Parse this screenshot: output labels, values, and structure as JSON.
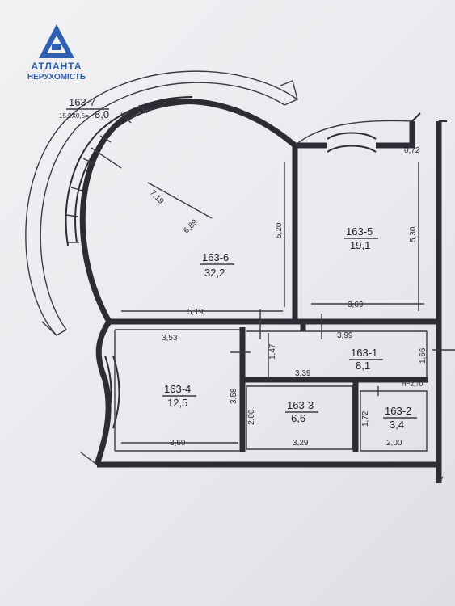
{
  "logo": {
    "name": "АТЛАНТА",
    "sub": "НЕРУХОМІСТЬ",
    "color": "#2f5fb3"
  },
  "rooms": [
    {
      "id": "163-7",
      "area": "8,0",
      "note": "15,9X0,5="
    },
    {
      "id": "163-6",
      "area": "32,2"
    },
    {
      "id": "163-5",
      "area": "19,1"
    },
    {
      "id": "163-4",
      "area": "12,5"
    },
    {
      "id": "163-3",
      "area": "6,6"
    },
    {
      "id": "163-2",
      "area": "3,4"
    },
    {
      "id": "163-1",
      "area": "8,1"
    }
  ],
  "dimensions": {
    "d_719": "7,19",
    "d_689": "6,89",
    "d_520": "5,20",
    "d_519": "5,19",
    "d_530": "5,30",
    "d_369": "3,69",
    "d_072": "0,72",
    "d_353": "3,53",
    "d_147": "1,47",
    "d_399": "3,99",
    "d_166": "1,66",
    "d_339": "3,39",
    "d_358": "3,58",
    "d_360": "3,60",
    "d_200a": "2,00",
    "d_329": "3,29",
    "d_172": "1,72",
    "d_200b": "2,00",
    "height": "H=2,70"
  }
}
